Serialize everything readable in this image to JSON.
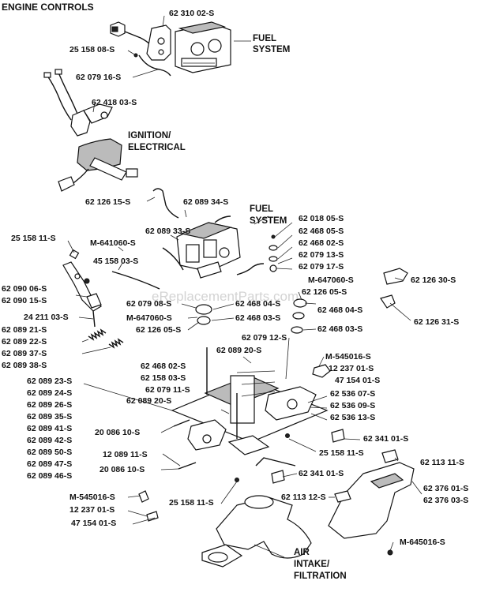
{
  "title": "ENGINE CONTROLS",
  "sections": {
    "fuel_system_top": [
      "FUEL",
      "SYSTEM"
    ],
    "ignition": [
      "IGNITION/",
      "ELECTRICAL"
    ],
    "fuel_system_mid": [
      "FUEL",
      "SYSTEM"
    ],
    "air_intake": [
      "AIR",
      "INTAKE/",
      "FILTRATION"
    ]
  },
  "watermark": "eReplacementParts.com",
  "parts": [
    "62 310 02-S",
    "25 158 08-S",
    "62 079 16-S",
    "62 418 03-S",
    "62 126 15-S",
    "62 089 34-S",
    "62 089 33-S",
    "62 018 05-S",
    "62 468 05-S",
    "62 468 02-S",
    "62 079 13-S",
    "62 079 17-S",
    "25 158 11-S",
    "M-641060-S",
    "45 158 03-S",
    "M-647060-S",
    "62 126 05-S",
    "62 126 30-S",
    "62 090 06-S",
    "62 090 15-S",
    "62 079 08-S",
    "62 468 04-S",
    "62 126 31-S",
    "M-647060-S",
    "62 468 03-S",
    "24 211 03-S",
    "62 126 05-S",
    "62 468 04-S",
    "62 468 03-S",
    "62 089 21-S",
    "62 089 22-S",
    "62 079 12-S",
    "62 089 37-S",
    "62 089 38-S",
    "62 089 20-S",
    "M-545016-S",
    "12 237 01-S",
    "47 154 01-S",
    "62 468 02-S",
    "62 158 03-S",
    "62 079 11-S",
    "62 089 20-S",
    "62 089 23-S",
    "62 089 24-S",
    "62 089 26-S",
    "62 089 35-S",
    "62 089 41-S",
    "62 089 42-S",
    "62 089 50-S",
    "62 089 47-S",
    "62 089 46-S",
    "62 536 07-S",
    "62 536 09-S",
    "62 536 13-S",
    "20 086 10-S",
    "62 341 01-S",
    "12 089 11-S",
    "25 158 11-S",
    "20 086 10-S",
    "62 341 01-S",
    "62 113 11-S",
    "M-545016-S",
    "62 113 12-S",
    "62 376 01-S",
    "62 376 03-S",
    "12 237 01-S",
    "25 158 11-S",
    "47 154 01-S",
    "M-645016-S"
  ]
}
